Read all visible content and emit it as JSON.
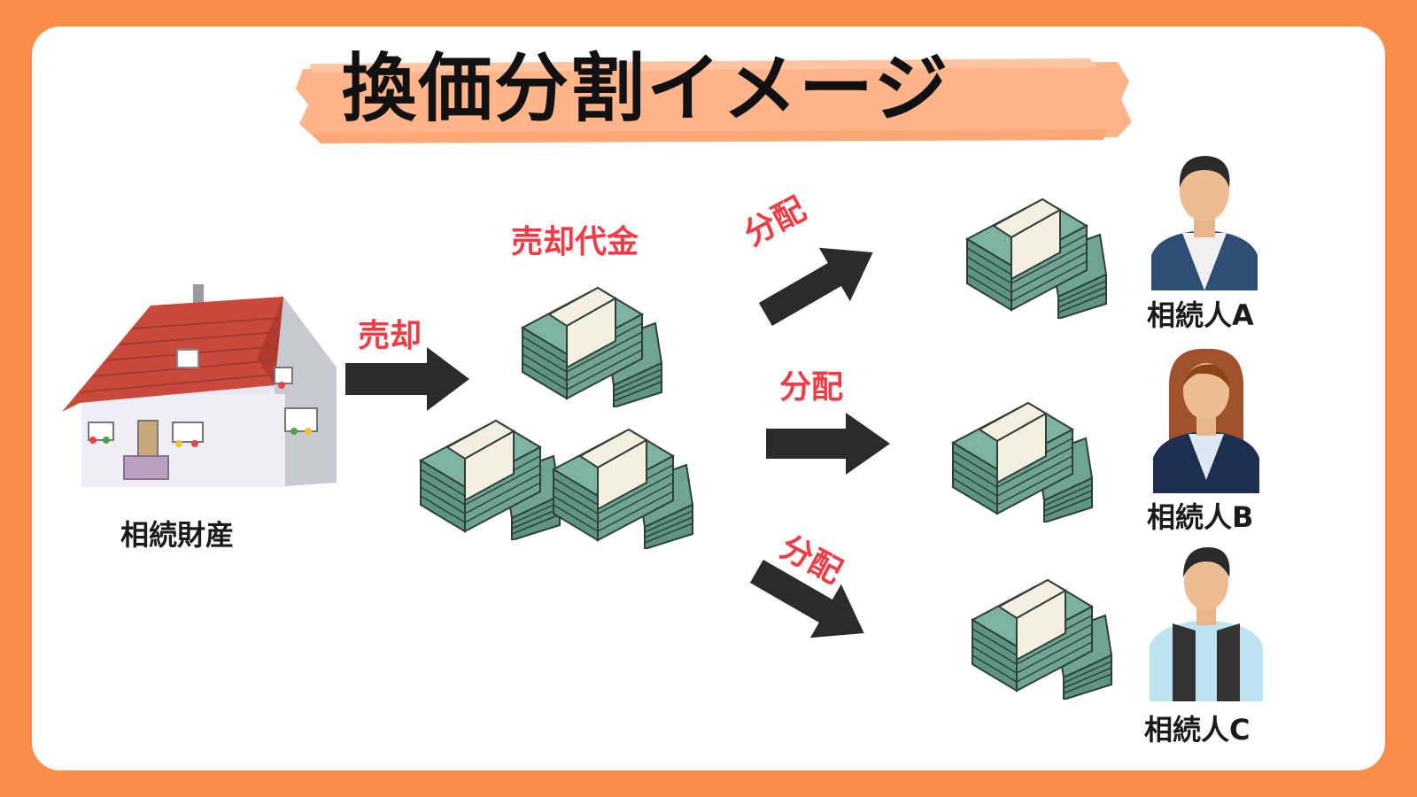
{
  "title": "換価分割イメージ",
  "estate_label": "相続財産",
  "sale_label": "売却",
  "proceeds_label": "売却代金",
  "distribute_labels": [
    "分配",
    "分配",
    "分配"
  ],
  "heirs": [
    {
      "label": "相続人A"
    },
    {
      "label": "相続人B"
    },
    {
      "label": "相続人C"
    }
  ],
  "colors": {
    "frame": "#f98d4a",
    "title_brush": "#ffb48a",
    "accent_red": "#f33b45",
    "arrow": "#2b2b2b",
    "money": "#6fa392"
  }
}
